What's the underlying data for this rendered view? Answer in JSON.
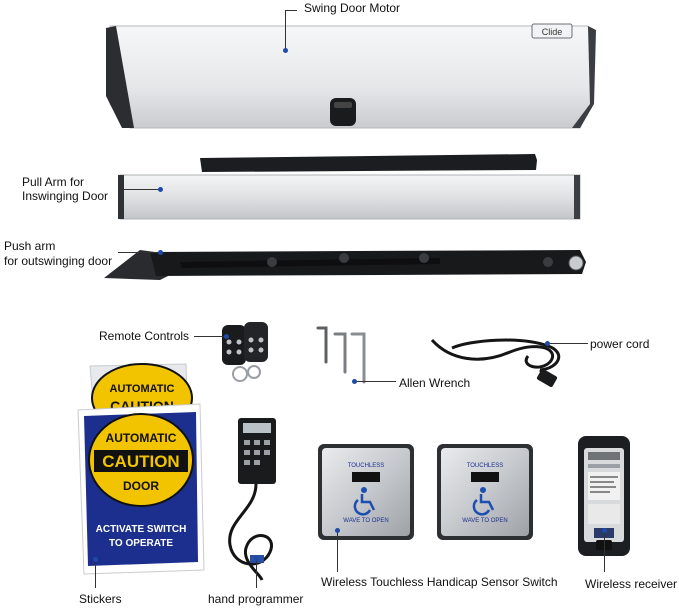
{
  "labels": {
    "motor": "Swing Door Motor",
    "pull_arm_line1": "Pull Arm for",
    "pull_arm_line2": "Inswinging Door",
    "push_arm_line1": "Push arm",
    "push_arm_line2": "for outswinging door",
    "remote": "Remote Controls",
    "allen": "Allen  Wrench",
    "power_cord": "power cord",
    "stickers": "Stickers",
    "programmer": "hand programmer",
    "sensor_switch": "Wireless Touchless Handicap Sensor Switch",
    "receiver": "Wireless receiver"
  },
  "motor_brand": "Clide",
  "sticker_back": {
    "line1": "AUTOMATIC",
    "line2": "CAUTION"
  },
  "sticker_front": {
    "line1": "AUTOMATIC",
    "line2": "CAUTION",
    "line3": "DOOR",
    "line4": "ACTIVATE SWITCH",
    "line5": "TO OPERATE"
  },
  "switch_text": {
    "top": "TOUCHLESS",
    "bottom": "WAVE TO OPEN"
  },
  "colors": {
    "callout_dot": "#1f4aa8",
    "sticker_yellow": "#f2c400",
    "sticker_blue": "#1c2f8f",
    "motor_body": "#e9eaec"
  }
}
